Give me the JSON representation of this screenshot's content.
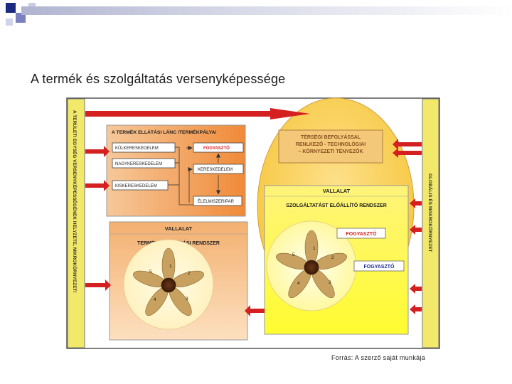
{
  "slide": {
    "title": "A termék és szolgáltatás versenyképessége",
    "source": "Forrás: A szerző saját munkája"
  },
  "diagram": {
    "left_bar": "A TERÜLETI EGYSÉG VERSENYKÉPESSÉGÉNEK HELYZETE, MIKROKÖRNYEZET/",
    "right_bar": "GLOBÁLIS ÉS MAKROKÖRNYEZET",
    "supply_chain": {
      "title": "A TERMÉK ELLÁTÁSI LÁNC /TERMÉKPÁLYA/",
      "kulker": "KÜLKERESKEDELEM",
      "nagyker": "NAGYKERESKEDELEM",
      "kisker": "KISKERESKEDELEM",
      "fogyaszto": "FOGYASZTÓ",
      "kereskedelem": "KERESKEDELEM",
      "elelmiszeripar": "ÉLELMISZERIPAR"
    },
    "env_box": {
      "line1": "TÉRSÉGI BEFOLYÁSSAL",
      "line2": "RENLKEZŐ - TECHNOLÓGIAI",
      "line3": "– KÖRNYEZETI TÉNYEZŐK"
    },
    "service_company": {
      "vallalat": "VALLALAT",
      "system": "SZOLGÁLTATÁST ELŐÁLLÍTÓ RENDSZER",
      "fogyaszto_red": "FOGYASZTÓ",
      "fogyaszto_blue": "FOGYASZTÓ"
    },
    "product_company": {
      "vallalat": "VALLALAT",
      "system": "TERMÉKELŐÁLLÍTÁSI RENDSZER"
    },
    "petal_numbers": [
      "1",
      "2",
      "3",
      "4",
      "5"
    ],
    "colors": {
      "arrow_red": "#d42020",
      "bar_yellow": "#f2e96a",
      "orange": "#f0a050",
      "yellow": "#fff44a",
      "petal": "#c8a060"
    }
  }
}
